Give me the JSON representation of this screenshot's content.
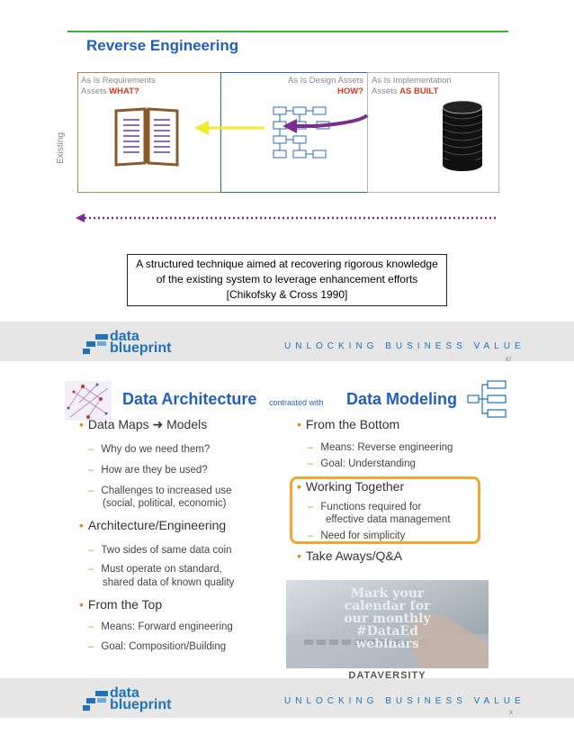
{
  "slide1": {
    "title": "Reverse Engineering",
    "panel1": {
      "line1": "As Is Requirements",
      "line2_prefix": "Assets ",
      "line2_emph": "WHAT?"
    },
    "panel2": {
      "line1": "As Is Design Assets",
      "line2_emph": "HOW?"
    },
    "panel3": {
      "line1": "As Is Implementation",
      "line2_prefix": "Assets ",
      "line2_emph": "AS BUILT"
    },
    "side_label": "Existing",
    "quote": [
      "A structured technique aimed at recovering rigorous knowledge",
      "of the existing system to leverage enhancement efforts",
      "[Chikofsky & Cross 1990]"
    ],
    "footer": {
      "logo_top": "data",
      "logo_bottom": "blueprint",
      "tagline": "UNLOCKING BUSINESS VALUE",
      "page": "67"
    }
  },
  "slide2": {
    "title_left": "Data Architecture",
    "contrasted": "contrasted with",
    "title_right": "Data Modeling",
    "left": [
      {
        "text": "Data Maps ➜ Models",
        "subs": [
          "Why do we need them?",
          "How are they be used?",
          "Challenges to increased use",
          "(social, political, economic)"
        ]
      },
      {
        "text": "Architecture/Engineering",
        "subs": [
          "Two sides of same data coin",
          "Must operate on standard,",
          "shared data of known quality"
        ]
      },
      {
        "text": "From the Top",
        "subs": [
          "Means:  Forward engineering",
          "Goal:  Composition/Building"
        ]
      }
    ],
    "right": [
      {
        "text": "From the Bottom",
        "subs": [
          "Means:  Reverse engineering",
          "Goal:  Understanding"
        ]
      },
      {
        "text": "Working Together",
        "subs": [
          "Functions required for",
          "effective data management",
          "Need for simplicity"
        ]
      },
      {
        "text": "Take Aways/Q&A"
      }
    ],
    "promo": {
      "lines": [
        "Mark your",
        "calendar for",
        "our monthly",
        "#DataEd",
        "webinars"
      ],
      "brand": "DATAVERSITY"
    },
    "footer": {
      "logo_top": "data",
      "logo_bottom": "blueprint",
      "tagline": "UNLOCKING BUSINESS VALUE",
      "page": "X"
    }
  },
  "colors": {
    "title_blue": "#1f5fbf",
    "accent_orange": "#f0a830",
    "emph_red": "#d93a1e",
    "arrow_purple": "#7b2d8e",
    "arrow_yellow": "#f2ea2a"
  }
}
